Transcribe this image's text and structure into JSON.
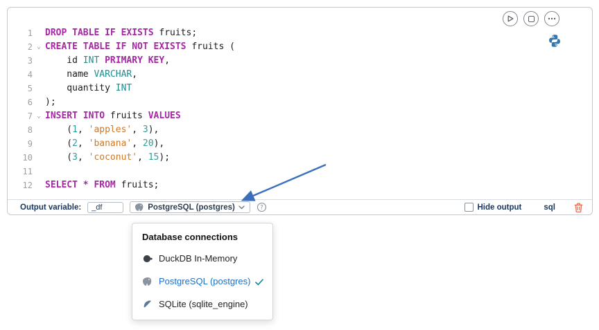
{
  "cell": {
    "actions": [
      {
        "name": "run",
        "icon": "play-icon"
      },
      {
        "name": "interrupt",
        "icon": "stop-icon"
      },
      {
        "name": "more-options",
        "icon": "ellipsis-icon"
      }
    ],
    "kernel_icon": "python-icon"
  },
  "code": {
    "lines": [
      {
        "num": "1",
        "fold": false,
        "tokens": [
          {
            "t": "DROP TABLE IF EXISTS",
            "c": "kw"
          },
          {
            "t": " fruits;",
            "c": "pl"
          }
        ]
      },
      {
        "num": "2",
        "fold": true,
        "tokens": [
          {
            "t": "CREATE TABLE IF NOT EXISTS",
            "c": "kw"
          },
          {
            "t": " fruits (",
            "c": "pl"
          }
        ]
      },
      {
        "num": "3",
        "fold": false,
        "tokens": [
          {
            "t": "    id ",
            "c": "pl"
          },
          {
            "t": "INT",
            "c": "ty"
          },
          {
            "t": " ",
            "c": "pl"
          },
          {
            "t": "PRIMARY KEY",
            "c": "kw"
          },
          {
            "t": ",",
            "c": "pl"
          }
        ]
      },
      {
        "num": "4",
        "fold": false,
        "tokens": [
          {
            "t": "    name ",
            "c": "pl"
          },
          {
            "t": "VARCHAR",
            "c": "ty"
          },
          {
            "t": ",",
            "c": "pl"
          }
        ]
      },
      {
        "num": "5",
        "fold": false,
        "tokens": [
          {
            "t": "    quantity ",
            "c": "pl"
          },
          {
            "t": "INT",
            "c": "ty"
          }
        ]
      },
      {
        "num": "6",
        "fold": false,
        "tokens": [
          {
            "t": ");",
            "c": "pl"
          }
        ]
      },
      {
        "num": "7",
        "fold": true,
        "tokens": [
          {
            "t": "INSERT INTO",
            "c": "kw"
          },
          {
            "t": " fruits ",
            "c": "pl"
          },
          {
            "t": "VALUES",
            "c": "kw"
          }
        ]
      },
      {
        "num": "8",
        "fold": false,
        "tokens": [
          {
            "t": "    (",
            "c": "pl"
          },
          {
            "t": "1",
            "c": "nu"
          },
          {
            "t": ", ",
            "c": "pl"
          },
          {
            "t": "'apples'",
            "c": "st"
          },
          {
            "t": ", ",
            "c": "pl"
          },
          {
            "t": "3",
            "c": "nu"
          },
          {
            "t": "),",
            "c": "pl"
          }
        ]
      },
      {
        "num": "9",
        "fold": false,
        "tokens": [
          {
            "t": "    (",
            "c": "pl"
          },
          {
            "t": "2",
            "c": "nu"
          },
          {
            "t": ", ",
            "c": "pl"
          },
          {
            "t": "'banana'",
            "c": "st"
          },
          {
            "t": ", ",
            "c": "pl"
          },
          {
            "t": "20",
            "c": "nu"
          },
          {
            "t": "),",
            "c": "pl"
          }
        ]
      },
      {
        "num": "10",
        "fold": false,
        "tokens": [
          {
            "t": "    (",
            "c": "pl"
          },
          {
            "t": "3",
            "c": "nu"
          },
          {
            "t": ", ",
            "c": "pl"
          },
          {
            "t": "'coconut'",
            "c": "st"
          },
          {
            "t": ", ",
            "c": "pl"
          },
          {
            "t": "15",
            "c": "nu"
          },
          {
            "t": ");",
            "c": "pl"
          }
        ]
      },
      {
        "num": "11",
        "fold": false,
        "tokens": []
      },
      {
        "num": "12",
        "fold": false,
        "tokens": [
          {
            "t": "SELECT",
            "c": "kw"
          },
          {
            "t": " ",
            "c": "pl"
          },
          {
            "t": "*",
            "c": "op"
          },
          {
            "t": " ",
            "c": "pl"
          },
          {
            "t": "FROM",
            "c": "kw"
          },
          {
            "t": " fruits;",
            "c": "pl"
          }
        ]
      }
    ]
  },
  "footer": {
    "output_variable_label": "Output variable:",
    "output_variable_value": "_df",
    "connection_selected": "PostgreSQL (postgres)",
    "hide_output_label": "Hide output",
    "language_label": "sql"
  },
  "menu": {
    "header": "Database connections",
    "items": [
      {
        "label": "DuckDB In-Memory",
        "icon": "duckdb-icon",
        "selected": false
      },
      {
        "label": "PostgreSQL (postgres)",
        "icon": "postgresql-icon",
        "selected": true
      },
      {
        "label": "SQLite (sqlite_engine)",
        "icon": "sqlite-icon",
        "selected": false
      }
    ]
  },
  "colors": {
    "keyword": "#A626A4",
    "type": "#1D8F8F",
    "string": "#C87A2E",
    "number": "#2AA198",
    "label_navy": "#17375E",
    "selected_blue": "#1D6EC2",
    "trash_red": "#E25B3C",
    "arrow_blue": "#3A6FC0",
    "python_blue": "#3776AB"
  }
}
